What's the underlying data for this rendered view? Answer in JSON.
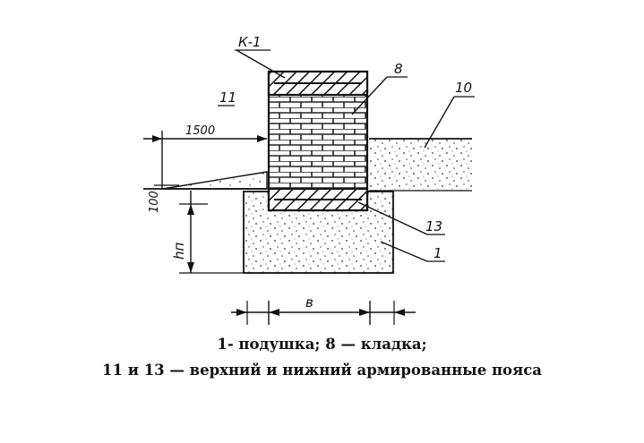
{
  "labels": {
    "section_mark": "К-1",
    "pos_8": "8",
    "pos_10": "10",
    "pos_11": "11",
    "pos_13": "13",
    "pos_1": "1",
    "dim_1500": "1500",
    "dim_100": "100",
    "dim_h": "hп",
    "dim_b": "в"
  },
  "caption": {
    "line1": "1- подушка; 8 — кладка;",
    "line2": "11 и 13 — верхний и нижний армированные пояса"
  }
}
